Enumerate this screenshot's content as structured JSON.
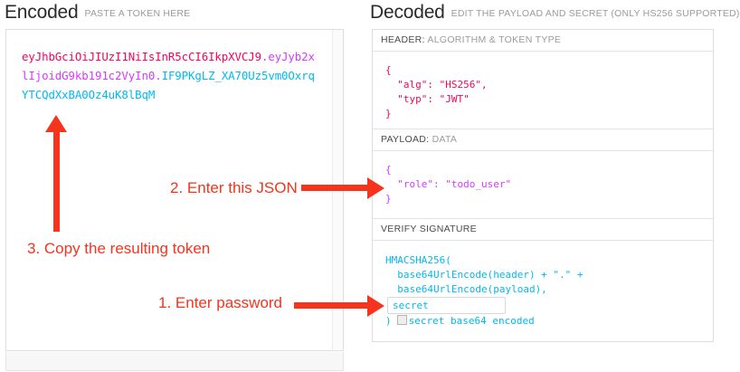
{
  "encoded": {
    "title": "Encoded",
    "subtitle": "PASTE A TOKEN HERE",
    "token": {
      "header_part": "eyJhbGciOiJIUzI1NiIsInR5cCI6IkpXVCJ9",
      "dot1": ".",
      "payload_part": "eyJyb2xlIjoidG9kb191c2VyIn0",
      "dot2": ".",
      "signature_part": "IF9PKgLZ_XA70Uz5vm0OxrqYTCQdXxBA0Oz4uK8lBqM",
      "full": "eyJhbGciOiJIUzI1NiIsInR5cCI6IkpXVCJ9.eyJyb2xlIjoidG9kb191c2VyIn0.IF9PKgLZ_XA70Uz5vm0OxrqYTCQdXxBA0Oz4uK8lBqM"
    },
    "colors": {
      "header": "#fb015b",
      "payload": "#d63aff",
      "signature": "#00b9f1"
    }
  },
  "decoded": {
    "title": "Decoded",
    "subtitle": "EDIT THE PAYLOAD AND SECRET (ONLY HS256 SUPPORTED)",
    "sections": {
      "header": {
        "label_key": "HEADER:",
        "label_value": "ALGORITHM & TOKEN TYPE",
        "body": "{\n  \"alg\": \"HS256\",\n  \"typ\": \"JWT\"\n}"
      },
      "payload": {
        "label_key": "PAYLOAD:",
        "label_value": "DATA",
        "body": "{\n  \"role\": \"todo_user\"\n}"
      },
      "signature": {
        "label_key": "VERIFY SIGNATURE",
        "label_value": "",
        "line1": "HMACSHA256(",
        "line2": "  base64UrlEncode(header) + \".\" +",
        "line3": "  base64UrlEncode(payload),",
        "secret_value": "secret",
        "closing_paren": ")",
        "base64_label": "secret base64 encoded",
        "base64_checked": false
      }
    }
  },
  "annotations": [
    {
      "id": "step2",
      "text": "2. Enter this JSON",
      "arrow": "right"
    },
    {
      "id": "step3",
      "text": "3. Copy the resulting token",
      "arrow": "up"
    },
    {
      "id": "step1",
      "text": "1. Enter password",
      "arrow": "right"
    }
  ],
  "annotation_color": "#f4341d"
}
